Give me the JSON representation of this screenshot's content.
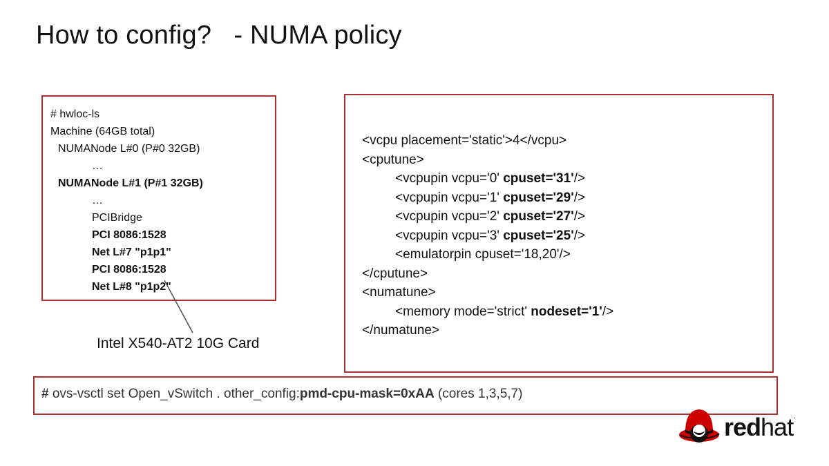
{
  "slide": {
    "title": "How to config?   - NUMA policy"
  },
  "hwloc": {
    "lines": [
      {
        "text": "# hwloc-ls",
        "level": 0,
        "bold": false
      },
      {
        "text": "Machine (64GB total)",
        "level": 0,
        "bold": false
      },
      {
        "text": "NUMANode L#0 (P#0 32GB)",
        "level": 1,
        "bold": false
      },
      {
        "text": "…",
        "level": 2,
        "bold": false
      },
      {
        "text": "NUMANode L#1 (P#1 32GB)",
        "level": 1,
        "bold": true
      },
      {
        "text": "…",
        "level": 2,
        "bold": false
      },
      {
        "text": "PCIBridge",
        "level": 2,
        "bold": false
      },
      {
        "text": "PCI 8086:1528",
        "level": 2,
        "bold": true
      },
      {
        "text": "Net L#7 \"p1p1\"",
        "level": 2,
        "bold": true
      },
      {
        "text": "PCI 8086:1528",
        "level": 2,
        "bold": true
      },
      {
        "text": "Net L#8 \"p1p2\"",
        "level": 2,
        "bold": true
      }
    ]
  },
  "caption": "Intel X540-AT2 10G Card",
  "xml": {
    "lines": [
      {
        "indent": 0,
        "parts": [
          {
            "t": "<vcpu placement='static'>4</vcpu>",
            "b": false
          }
        ]
      },
      {
        "indent": 0,
        "parts": [
          {
            "t": "<cputune>",
            "b": false
          }
        ]
      },
      {
        "indent": 1,
        "parts": [
          {
            "t": "<vcpupin vcpu='0' ",
            "b": false
          },
          {
            "t": "cpuset='31'",
            "b": true
          },
          {
            "t": "/>",
            "b": false
          }
        ]
      },
      {
        "indent": 1,
        "parts": [
          {
            "t": "<vcpupin vcpu='1' ",
            "b": false
          },
          {
            "t": "cpuset='29'",
            "b": true
          },
          {
            "t": "/>",
            "b": false
          }
        ]
      },
      {
        "indent": 1,
        "parts": [
          {
            "t": "<vcpupin vcpu='2' ",
            "b": false
          },
          {
            "t": "cpuset='27'",
            "b": true
          },
          {
            "t": "/>",
            "b": false
          }
        ]
      },
      {
        "indent": 1,
        "parts": [
          {
            "t": "<vcpupin vcpu='3' ",
            "b": false
          },
          {
            "t": "cpuset='25'",
            "b": true
          },
          {
            "t": "/>",
            "b": false
          }
        ]
      },
      {
        "indent": 1,
        "parts": [
          {
            "t": "<emulatorpin cpuset='18,20'/>",
            "b": false
          }
        ]
      },
      {
        "indent": 0,
        "parts": [
          {
            "t": "</cputune>",
            "b": false
          }
        ]
      },
      {
        "indent": 0,
        "parts": [
          {
            "t": "<numatune>",
            "b": false
          }
        ]
      },
      {
        "indent": 1,
        "parts": [
          {
            "t": "<memory mode='strict' ",
            "b": false
          },
          {
            "t": "nodeset='1'",
            "b": true
          },
          {
            "t": "/>",
            "b": false
          }
        ]
      },
      {
        "indent": 0,
        "parts": [
          {
            "t": "</numatune>",
            "b": false
          }
        ]
      }
    ]
  },
  "command": {
    "parts": [
      {
        "t": "# ",
        "b": true
      },
      {
        "t": "ovs-vsctl set Open_vSwitch . other_config:",
        "b": false
      },
      {
        "t": "pmd-cpu-mask=0xAA",
        "b": true
      },
      {
        "t": " (cores 1,3,5,7)",
        "b": false
      }
    ]
  },
  "logo": {
    "red": "red",
    "hat": "hat",
    "tm": ".",
    "icon": "shadowman-hat-icon"
  },
  "colors": {
    "box_border": "#a83232",
    "logo_red": "#cc0000"
  }
}
